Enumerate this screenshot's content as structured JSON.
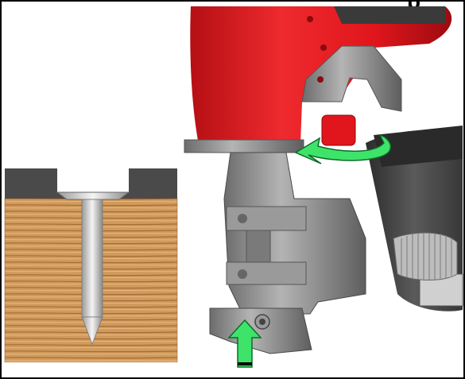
{
  "header": {
    "partial_text": "p"
  },
  "figure": {
    "left_panel": "nail-in-wood-cross-section",
    "right_panel": "coil-nailer-depth-adjustment",
    "icons": [
      "rotate-arrow-icon",
      "up-arrow-icon"
    ],
    "colors": {
      "housing_red": "#e0161c",
      "metal_gray": "#8a8a8a",
      "dark_gray": "#444444",
      "wood_light": "#d8a86a",
      "wood_dark": "#a86a34",
      "arrow_green": "#3ee46a",
      "border": "#000000"
    }
  }
}
